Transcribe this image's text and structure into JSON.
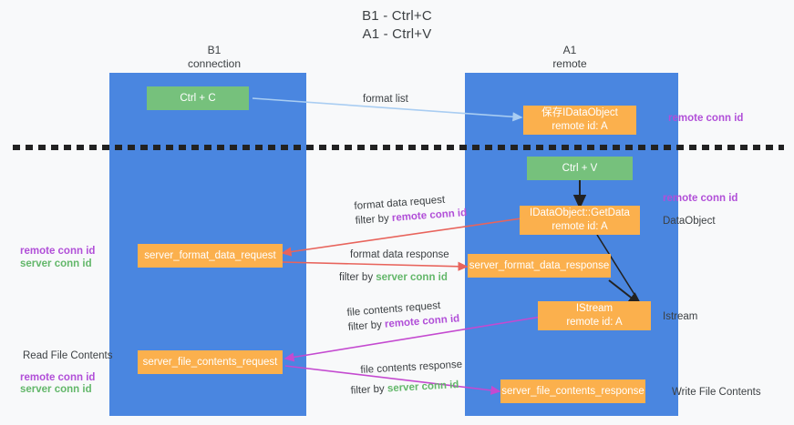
{
  "title": {
    "line1": "B1 - Ctrl+C",
    "line2": "A1 - Ctrl+V"
  },
  "columns": [
    {
      "name": "B1",
      "role": "connection"
    },
    {
      "name": "A1",
      "role": "remote"
    }
  ],
  "nodes": {
    "ctrl_c": {
      "label": "Ctrl + C"
    },
    "save_idataobject": {
      "line1": "保存IDataObject",
      "line2": "remote id: A"
    },
    "ctrl_v": {
      "label": "Ctrl + V"
    },
    "getdata": {
      "line1": "IDataObject::GetData",
      "line2": "remote id: A"
    },
    "server_format_data_request": {
      "label": "server_format_data_request"
    },
    "server_format_data_response": {
      "label": "server_format_data_response"
    },
    "istream": {
      "line1": "IStream",
      "line2": "remote id: A"
    },
    "server_file_contents_request": {
      "label": "server_file_contents_request"
    },
    "server_file_contents_response": {
      "label": "server_file_contents_response"
    }
  },
  "edge_labels": {
    "format_list": "format list",
    "format_data_request": "format data request",
    "format_data_request_filter_prefix": "filter by ",
    "format_data_request_filter_key": "remote conn id",
    "format_data_response": "format data response",
    "format_data_response_filter_prefix": "filter by ",
    "format_data_response_filter_key": "server conn id",
    "file_contents_request": "file contents request",
    "file_contents_request_filter_prefix": "filter by ",
    "file_contents_request_filter_key": "remote conn id",
    "file_contents_response": "file contents response",
    "file_contents_response_filter_prefix": "filter by ",
    "file_contents_response_filter_key": "server conn id"
  },
  "right_labels": {
    "remote_conn_id_top": "remote conn id",
    "remote_conn_id_mid": "remote conn id",
    "dataobject": "DataObject",
    "istream": "Istream",
    "write_file_contents": "Write File Contents"
  },
  "left_labels": {
    "remote_conn_id_mid": "remote conn id",
    "server_conn_id_mid": "server conn id",
    "read_file_contents": "Read File Contents",
    "remote_conn_id_bottom": "remote conn id",
    "server_conn_id_bottom": "server conn id"
  },
  "colors": {
    "lane": "#4a86e0",
    "green_node": "#76c17c",
    "orange_node": "#fbb04d",
    "purple_text": "#b14fd8",
    "green_text": "#63b76a",
    "red_arrow": "#e8645c",
    "purple_arrow": "#c44ad0",
    "light_blue_arrow": "#a9cdf2",
    "black_arrow": "#222222",
    "background": "#f8f9fa"
  }
}
